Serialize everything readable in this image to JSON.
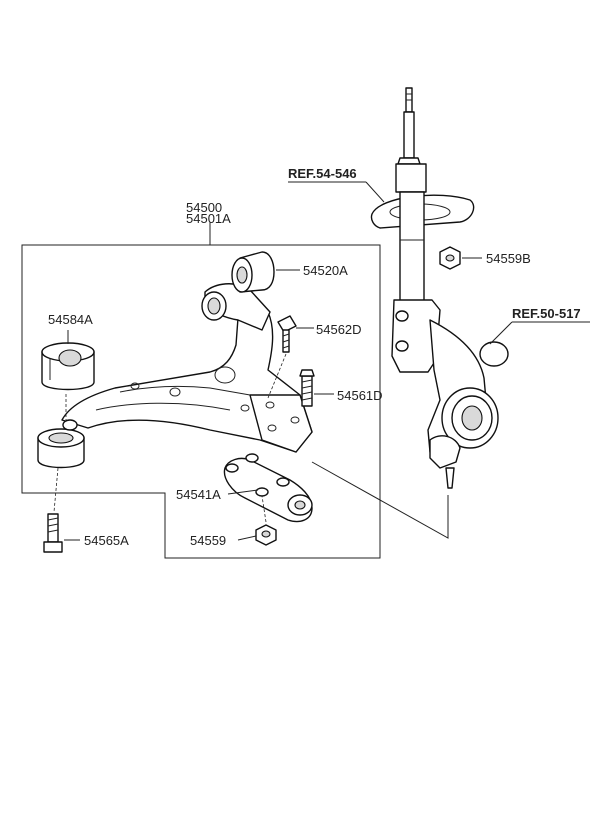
{
  "labels": {
    "arm_assy_1": "54500",
    "arm_assy_2": "54501A",
    "bushing_g": "54520A",
    "bushing_h": "54584A",
    "bolt_54562d": "54562D",
    "bolt_54561d": "54561D",
    "plate": "54541A",
    "nut_54559": "54559",
    "nut_54559b": "54559B",
    "bolt_54565a": "54565A"
  },
  "references": {
    "strut": "REF.54-546",
    "knuckle": "REF.50-517"
  }
}
